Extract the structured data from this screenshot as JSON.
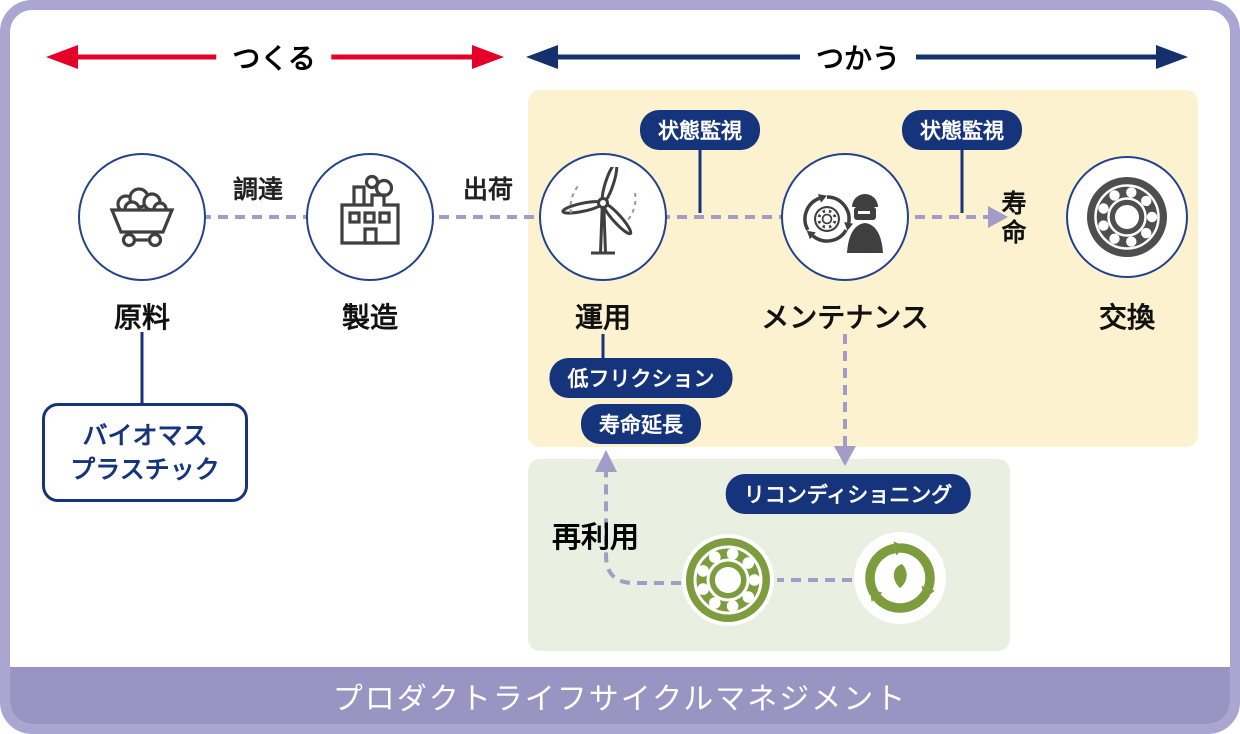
{
  "colors": {
    "frame": "#aba6d1",
    "footer_bg": "#9a94c3",
    "accent_red": "#e50028",
    "accent_navy": "#16347c",
    "panel_yellow": "#fcf2d0",
    "panel_green": "#e9efe1",
    "dashed_line": "#a29cc6",
    "icon_green": "#7d9c3e",
    "icon_dark": "#3f3f3f"
  },
  "header": {
    "make_label": "つくる",
    "use_label": "つかう"
  },
  "stages": [
    {
      "label": "原料",
      "icon": "mine-cart-icon"
    },
    {
      "label": "製造",
      "icon": "factory-icon"
    },
    {
      "label": "運用",
      "icon": "wind-turbine-icon"
    },
    {
      "label": "メンテナンス",
      "icon": "recycle-worker-icon"
    },
    {
      "label": "交換",
      "icon": "bearing-icon"
    }
  ],
  "connectors": {
    "procurement": "調達",
    "shipping": "出荷",
    "lifespan": "寿命"
  },
  "badges": {
    "condition_monitoring_left": "状態監視",
    "condition_monitoring_right": "状態監視",
    "low_friction": "低フリクション",
    "life_extension": "寿命延長",
    "reconditioning": "リコンディショニング"
  },
  "biomass_note": {
    "line1": "バイオマス",
    "line2": "プラスチック"
  },
  "reuse": {
    "label": "再利用",
    "icons": [
      "green-bearing-icon",
      "green-recycle-icon"
    ]
  },
  "footer": {
    "title": "プロダクトライフサイクルマネジメント"
  }
}
